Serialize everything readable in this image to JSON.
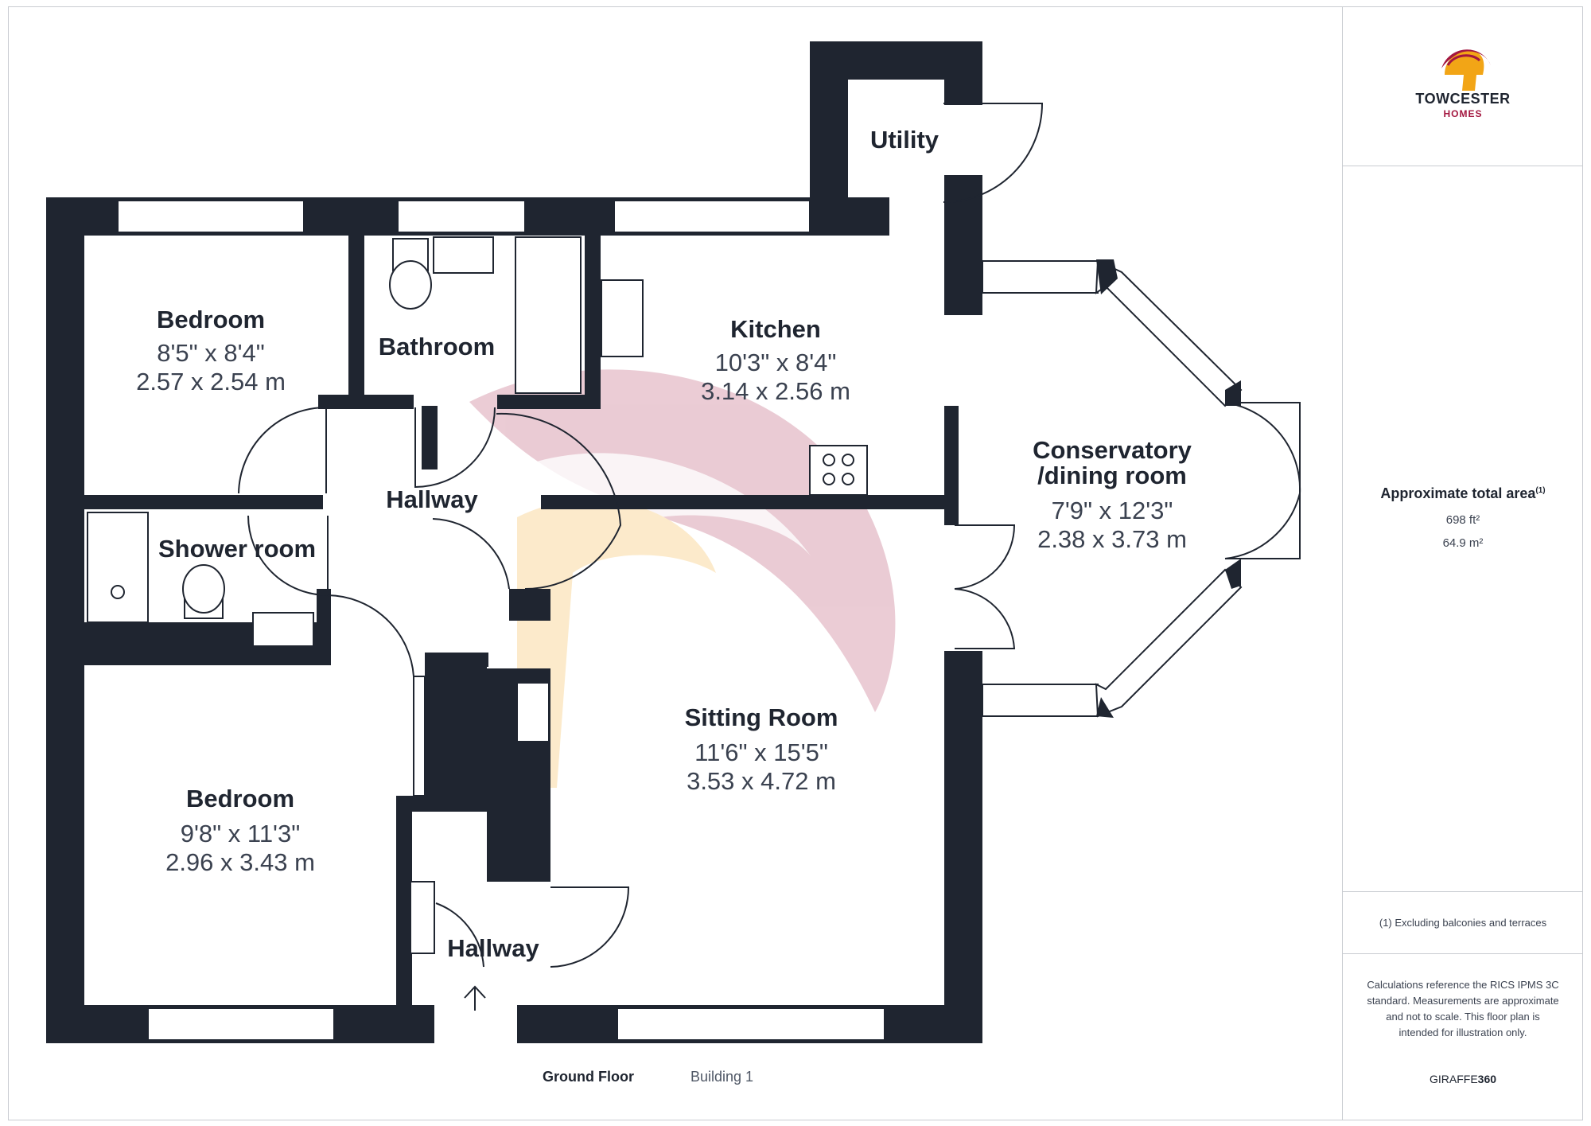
{
  "brand": {
    "name": "TOWCESTER",
    "sub": "HOMES",
    "colors": {
      "primary": "#a3163f",
      "accent": "#f2a516",
      "ink": "#1f2530"
    }
  },
  "rooms": {
    "utility": {
      "name": "Utility"
    },
    "bedroom1": {
      "name": "Bedroom",
      "imperial": "8'5\" x 8'4\"",
      "metric": "2.57 x 2.54 m"
    },
    "bathroom": {
      "name": "Bathroom"
    },
    "kitchen": {
      "name": "Kitchen",
      "imperial": "10'3\" x 8'4\"",
      "metric": "3.14 x 2.56 m"
    },
    "conservatory": {
      "name_line1": "Conservatory",
      "name_line2": "/dining room",
      "imperial": "7'9\" x 12'3\"",
      "metric": "2.38 x 3.73 m"
    },
    "hallway1": {
      "name": "Hallway"
    },
    "shower": {
      "name": "Shower room"
    },
    "sitting": {
      "name": "Sitting Room",
      "imperial": "11'6\" x 15'5\"",
      "metric": "3.53 x 4.72 m"
    },
    "bedroom2": {
      "name": "Bedroom",
      "imperial": "9'8\" x 11'3\"",
      "metric": "2.96 x 3.43 m"
    },
    "hallway2": {
      "name": "Hallway"
    }
  },
  "footer": {
    "floor": "Ground Floor",
    "building": "Building 1"
  },
  "area": {
    "title": "Approximate total area",
    "note_marker": "(1)",
    "sqft": "698 ft²",
    "sqm": "64.9 m²"
  },
  "footnote": "(1) Excluding balconies and terraces",
  "disclaimer": "Calculations reference the RICS IPMS 3C standard. Measurements are approximate and not to scale. This floor plan is intended for illustration only.",
  "credit": {
    "part1": "GIRAFFE",
    "part2": "360"
  },
  "icons": [
    "helmet-logo-icon",
    "entrance-arrow-icon"
  ]
}
